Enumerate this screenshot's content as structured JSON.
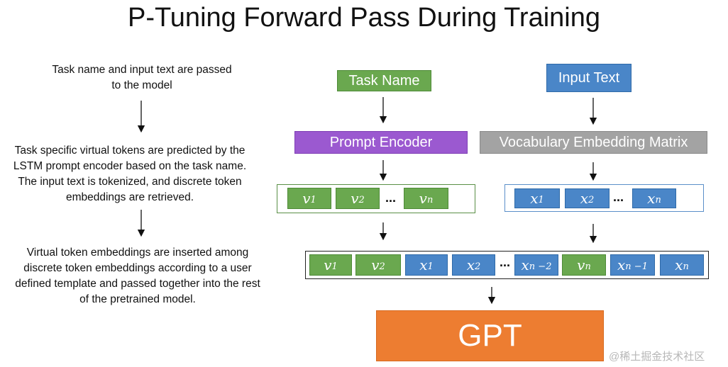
{
  "title": "P-Tuning Forward Pass During Training",
  "steps": [
    "Task name and input text are passed to the model",
    "Task specific virtual tokens are predicted by the LSTM prompt encoder based on the task name. The input text is tokenized, and discrete token embeddings are retrieved.",
    "Virtual token embeddings are inserted among discrete token embeddings according to a user defined template and passed together into the rest of the pretrained model."
  ],
  "boxes": {
    "task_name": "Task Name",
    "input_text": "Input Text",
    "prompt_encoder": "Prompt Encoder",
    "vocab_matrix": "Vocabulary Embedding Matrix",
    "gpt": "GPT"
  },
  "virtual_tokens": [
    {
      "base": "v",
      "sub": "1"
    },
    {
      "base": "v",
      "sub": "2"
    },
    {
      "base": "v",
      "sub": "n"
    }
  ],
  "discrete_tokens": [
    {
      "base": "x",
      "sub": "1"
    },
    {
      "base": "x",
      "sub": "2"
    },
    {
      "base": "x",
      "sub": "n"
    }
  ],
  "combined_tokens": [
    {
      "base": "v",
      "sub": "1",
      "kind": "virtual"
    },
    {
      "base": "v",
      "sub": "2",
      "kind": "virtual"
    },
    {
      "base": "x",
      "sub": "1",
      "kind": "discrete"
    },
    {
      "base": "x",
      "sub": "2",
      "kind": "discrete"
    },
    {
      "base": "x",
      "sub": "n −2",
      "kind": "discrete"
    },
    {
      "base": "v",
      "sub": "n",
      "kind": "virtual"
    },
    {
      "base": "x",
      "sub": "n −1",
      "kind": "discrete"
    },
    {
      "base": "x",
      "sub": "n",
      "kind": "discrete"
    }
  ],
  "ellipsis": "...",
  "watermark": "@稀土掘金技术社区",
  "colors": {
    "virtual": "#6aa84f",
    "discrete": "#4a86c8",
    "prompt_encoder": "#9b59d0",
    "vocab": "#a3a3a3",
    "gpt": "#ed7d31"
  }
}
